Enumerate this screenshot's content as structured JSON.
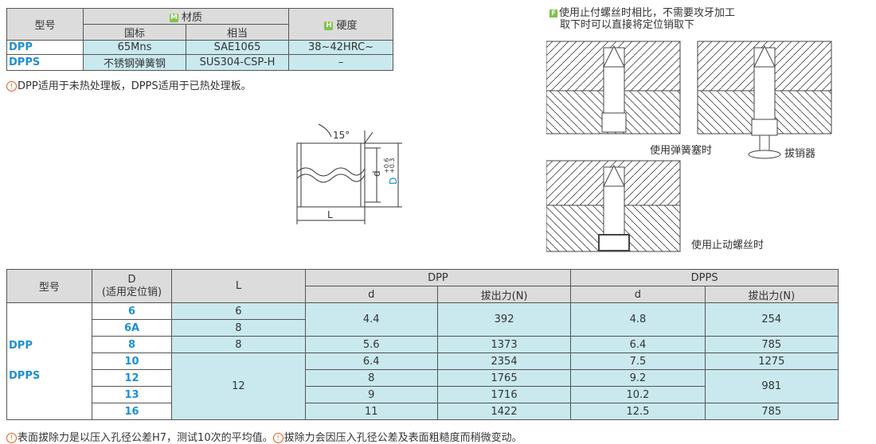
{
  "material_table": {
    "col_model": "型号",
    "material_badge": "M",
    "col_material": "材质",
    "col_national": "国标",
    "col_equiv": "相当",
    "hardness_badge": "H",
    "col_hardness": "硬度",
    "rows": [
      {
        "model": "DPP",
        "national": "65Mns",
        "equiv": "SAE1065",
        "hardness": "38~42HRC~"
      },
      {
        "model": "DPPS",
        "national": "不锈钢弹簧钢",
        "equiv": "SUS304-CSP-H",
        "hardness": "–"
      }
    ]
  },
  "note1": "DPP适用于未热处理板，DPPS适用于已热处理板。",
  "diagram": {
    "angle": "15°",
    "d_label": "d",
    "D_label": "D",
    "tol_upper": "+0.6",
    "tol_lower": "+0.3",
    "L_label": "L"
  },
  "right_note": {
    "badge": "F",
    "line1": "使用止付螺丝时相比，不需要攻牙加工",
    "line2": "取下时可以直接将定位销取下"
  },
  "captions": {
    "spring": "使用弹簧塞时",
    "puller": "拔销器",
    "setscrew": "使用止动螺丝时"
  },
  "force_table": {
    "h_model": "型号",
    "h_D": "D",
    "h_D_sub": "(适用定位销)",
    "h_L": "L",
    "h_dpp": "DPP",
    "h_dpps": "DPPS",
    "h_d": "d",
    "h_force": "拔出力(N)",
    "model_dpp": "DPP",
    "model_dpps": "DPPS",
    "D": [
      "6",
      "6A",
      "8",
      "10",
      "12",
      "13",
      "16"
    ],
    "L": [
      "6",
      "8",
      "8",
      "12"
    ],
    "dpp_d": [
      "4.4",
      "5.6",
      "6.4",
      "8",
      "9",
      "11"
    ],
    "dpp_f": [
      "392",
      "1373",
      "2354",
      "1765",
      "1716",
      "1422"
    ],
    "dpps_d": [
      "4.8",
      "6.4",
      "7.5",
      "9.2",
      "10.2",
      "12.5"
    ],
    "dpps_f": [
      "254",
      "785",
      "1275",
      "981",
      "785"
    ]
  },
  "note2": {
    "part1": "表面拔除力是以压入孔径公差H7，测试10次的平均值。",
    "part2": "拔除力会因压入孔径公差及表面粗糙度而稍微变动。"
  }
}
